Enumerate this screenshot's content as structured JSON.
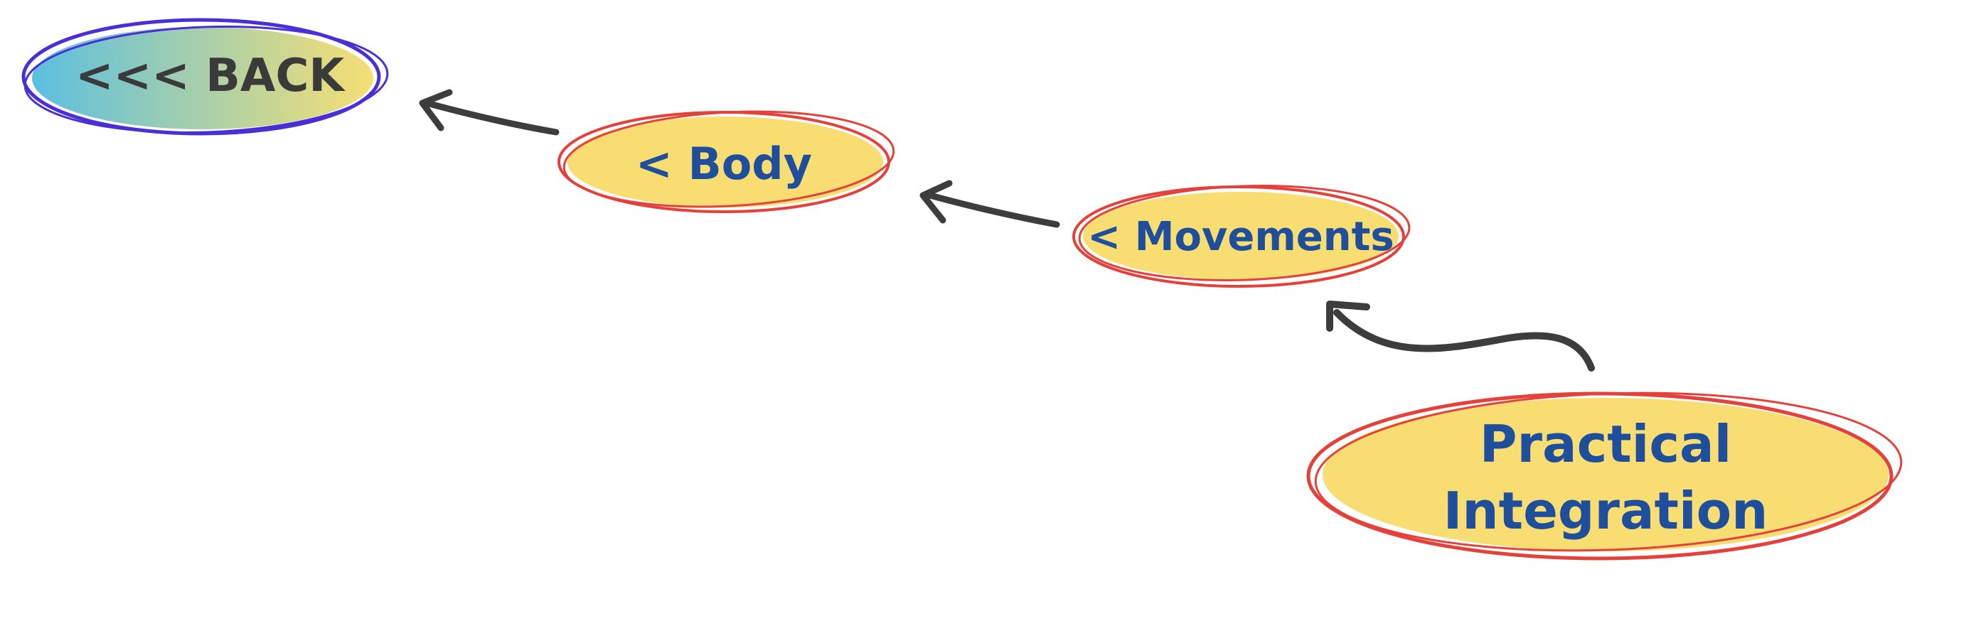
{
  "nav": {
    "back": {
      "label": "<<< BACK",
      "text_color": "#3a3a3a",
      "outline_color": "#4b2fd6",
      "gradient": [
        "#5bbfe0",
        "#f6df74"
      ]
    },
    "body": {
      "label": "< Body",
      "text_color": "#1f4e9c",
      "fill": "#f8de72",
      "outline_color": "#e5413b"
    },
    "movements": {
      "label": "< Movements",
      "text_color": "#1f4e9c",
      "fill": "#f8de72",
      "outline_color": "#e5413b"
    },
    "current": {
      "line1": "Practical",
      "line2": "Integration",
      "text_color": "#1f4e9c",
      "fill": "#f8de72",
      "outline_color": "#e5413b"
    }
  },
  "arrow_color": "#3d3d3d"
}
